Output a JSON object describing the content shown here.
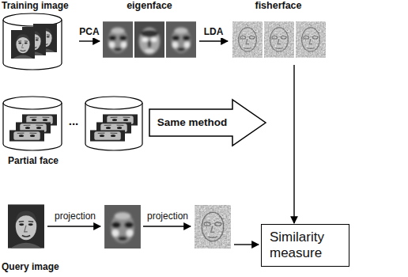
{
  "diagram": {
    "nodes": [
      {
        "text": [
          "Training image"
        ]
      },
      {
        "text": [
          "eigenface"
        ]
      },
      {
        "text": [
          "fisherface"
        ]
      },
      {
        "text": [
          "Partial face"
        ]
      },
      {
        "text": [
          "Same method"
        ]
      },
      {
        "text": [
          "Query image"
        ]
      },
      {
        "text": [
          "Similarity measure"
        ]
      }
    ],
    "edges": [
      {
        "from": 0,
        "to": 1,
        "arrow": "to",
        "label": "PCA"
      },
      {
        "from": 1,
        "to": 2,
        "arrow": "to",
        "label": "LDA"
      },
      {
        "from": 2,
        "to": 6,
        "arrow": "to"
      }
    ],
    "labels": [
      "...",
      "projection",
      "projection"
    ]
  }
}
